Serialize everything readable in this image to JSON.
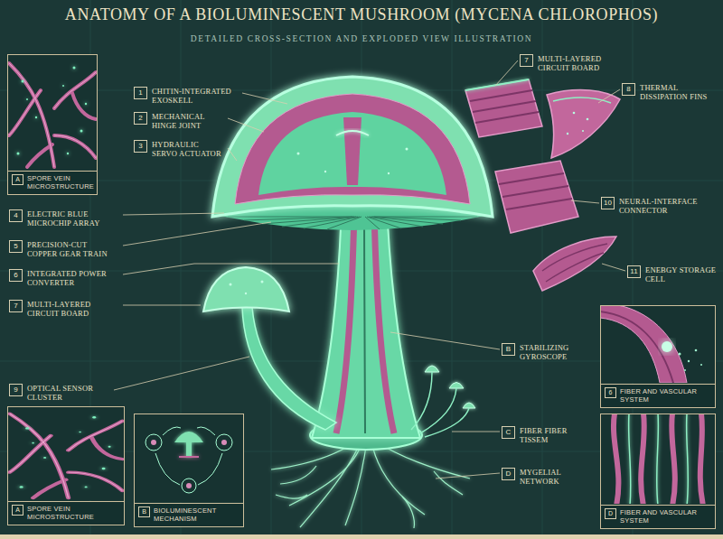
{
  "diagram": {
    "title": "ANATOMY OF A BIOLUMINESCENT MUSHROOM (MYCENA CHLOROPHOS)",
    "caption": "DETAILED CROSS-SECTION AND EXPLODED VIEW ILLUSTRATION",
    "nodes": [
      {
        "text": [
          "A",
          "SPORE VEIN MICROSTRUCTURE"
        ]
      },
      {
        "text": [
          "1",
          "CHITIN-INTEGRATED EXOSKELL"
        ]
      },
      {
        "text": [
          "2",
          "MECHANICAL HINGE JOINT"
        ]
      },
      {
        "text": [
          "3",
          "HYDRAULIC SERVO ACTUATOR"
        ]
      },
      {
        "text": [
          "4",
          "ELECTRIC BLUE MICROCHIP ARRAY"
        ]
      },
      {
        "text": [
          "5",
          "PRECISION-CUT COPPER GEAR TRAIN"
        ]
      },
      {
        "text": [
          "6",
          "INTEGRATED POWER CONVERTER"
        ]
      },
      {
        "text": [
          "7",
          "MULTI-LAYERED CIRCUIT BOARD"
        ]
      },
      {
        "text": [
          "9",
          "OPTICAL SENSOR CLUSTER"
        ]
      },
      {
        "text": [
          "7",
          "MULTI-LAYERED CIRCUIT BOARD"
        ]
      },
      {
        "text": [
          "8",
          "THERMAL DISSIPATION FINS"
        ]
      },
      {
        "text": [
          "10",
          "NEURAL-INTERFACE CONNECTOR"
        ]
      },
      {
        "text": [
          "11",
          "ENEBGY STORAGE CELL"
        ]
      },
      {
        "text": [
          "B",
          "STABILIZING GYROSCOPE"
        ]
      },
      {
        "text": [
          "6",
          "FIBER AND VASCULAR SYSTEM"
        ]
      },
      {
        "text": [
          "C",
          "FIBER FIBER TISSEM"
        ]
      },
      {
        "text": [
          "D",
          "MYGELIAL NETWORK"
        ]
      },
      {
        "text": [
          "D",
          "FIBER AND VASCULAR SYSTEM"
        ]
      },
      {
        "text": [
          "A",
          "SPORE VEIN MICROSTRUCTURE"
        ]
      },
      {
        "text": [
          "B",
          "BIOLUMINESCENT MECHANISM"
        ]
      }
    ]
  }
}
